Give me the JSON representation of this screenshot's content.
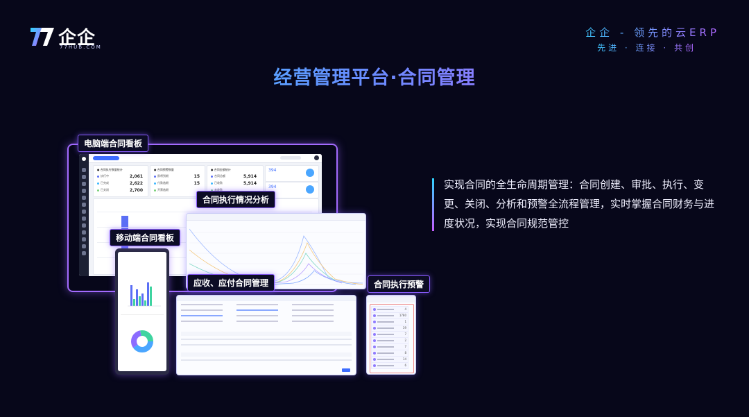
{
  "brand": {
    "name": "企企",
    "domain": "77HUB.COM",
    "tagline": "企企 - 领先的云ERP",
    "subtagline": "先进 · 连接 · 共创"
  },
  "title": "经营管理平台·合同管理",
  "description": "实现合同的全生命周期管理：合同创建、审批、执行、变更、关闭、分析和预警全流程管理，实时掌握合同财务与进度状况，实现合同规范管控",
  "labels": {
    "desktop": "电脑端合同看板",
    "execution": "合同执行情况分析",
    "mobile": "移动端合同看板",
    "receivable": "应收、应付合同管理",
    "warning": "合同执行预警"
  },
  "dashboard": {
    "stats_left": [
      "2,061",
      "2,622",
      "2,700"
    ],
    "stats_mid": [
      "15",
      "15"
    ],
    "stats_right": [
      "5,914",
      "5,914"
    ],
    "kpi": [
      "394",
      "394"
    ]
  },
  "warning_values": [
    "4",
    "1780",
    "1",
    "39",
    "7",
    "2",
    "7",
    "8",
    "14",
    "6"
  ],
  "colors": {
    "accent_cyan": "#2fd4ff",
    "accent_purple": "#b064ff",
    "background": "#07071a"
  }
}
